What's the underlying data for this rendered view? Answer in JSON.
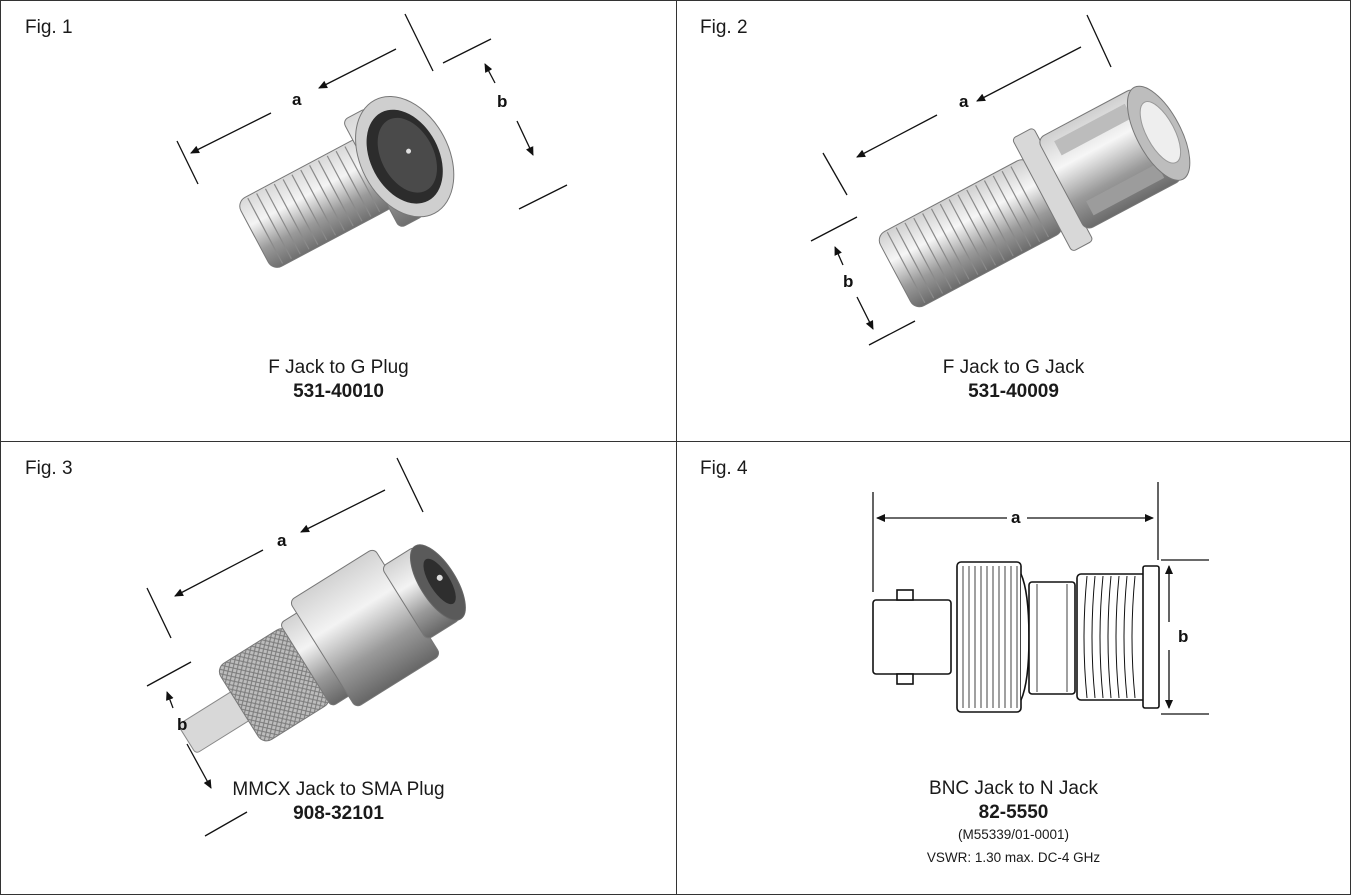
{
  "figures": [
    {
      "label": "Fig. 1",
      "name": "F Jack to G Plug",
      "part_number": "531-40010",
      "dim_a": "a",
      "dim_b": "b"
    },
    {
      "label": "Fig. 2",
      "name": "F Jack to G Jack",
      "part_number": "531-40009",
      "dim_a": "a",
      "dim_b": "b"
    },
    {
      "label": "Fig. 3",
      "name": "MMCX Jack to SMA Plug",
      "part_number": "908-32101",
      "dim_a": "a",
      "dim_b": "b"
    },
    {
      "label": "Fig. 4",
      "name": "BNC Jack to N Jack",
      "part_number": "82-5550",
      "mil_spec": "(M55339/01-0001)",
      "vswr": "VSWR: 1.30 max. DC-4 GHz",
      "dim_a": "a",
      "dim_b": "b"
    }
  ]
}
